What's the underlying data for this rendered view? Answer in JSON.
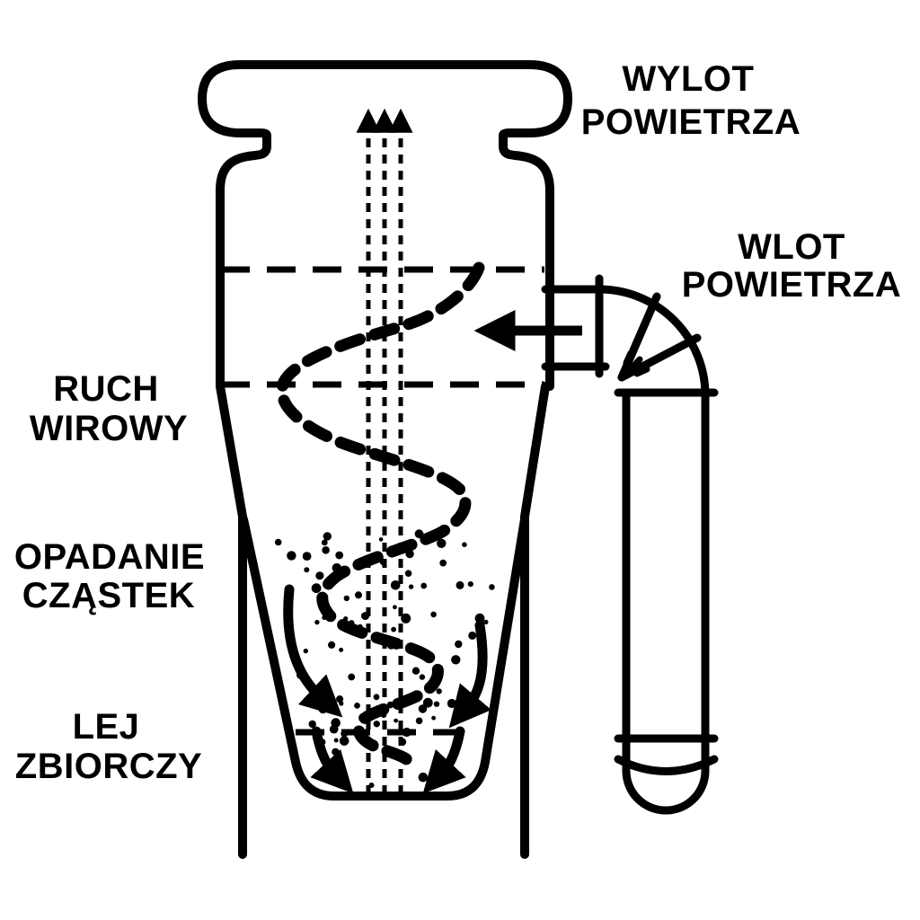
{
  "page": {
    "background": "#ffffff",
    "ink": "#000000"
  },
  "diagram": {
    "name": "cyclone-separator-diagram",
    "labels": {
      "air_outlet": {
        "line1": "WYLOT",
        "line2": "POWIETRZA"
      },
      "air_inlet": {
        "line1": "WLOT",
        "line2": "POWIETRZA"
      },
      "vortex": {
        "line1": "RUCH",
        "line2": "WIROWY"
      },
      "settling": {
        "line1": "OPADANIE",
        "line2": "CZĄSTEK"
      },
      "hopper": {
        "line1": "LEJ",
        "line2": "ZBIORCZY"
      }
    },
    "icons": {
      "outlet_flow": "dotted-up-arrows-icon",
      "inlet_flow": "left-arrow-icon",
      "vortex_path": "dashed-spiral-icon",
      "settling_flow": "curved-down-arrows-icon",
      "hopper_flow": "converging-arrows-icon",
      "particles": "dust-dots-icon"
    }
  }
}
